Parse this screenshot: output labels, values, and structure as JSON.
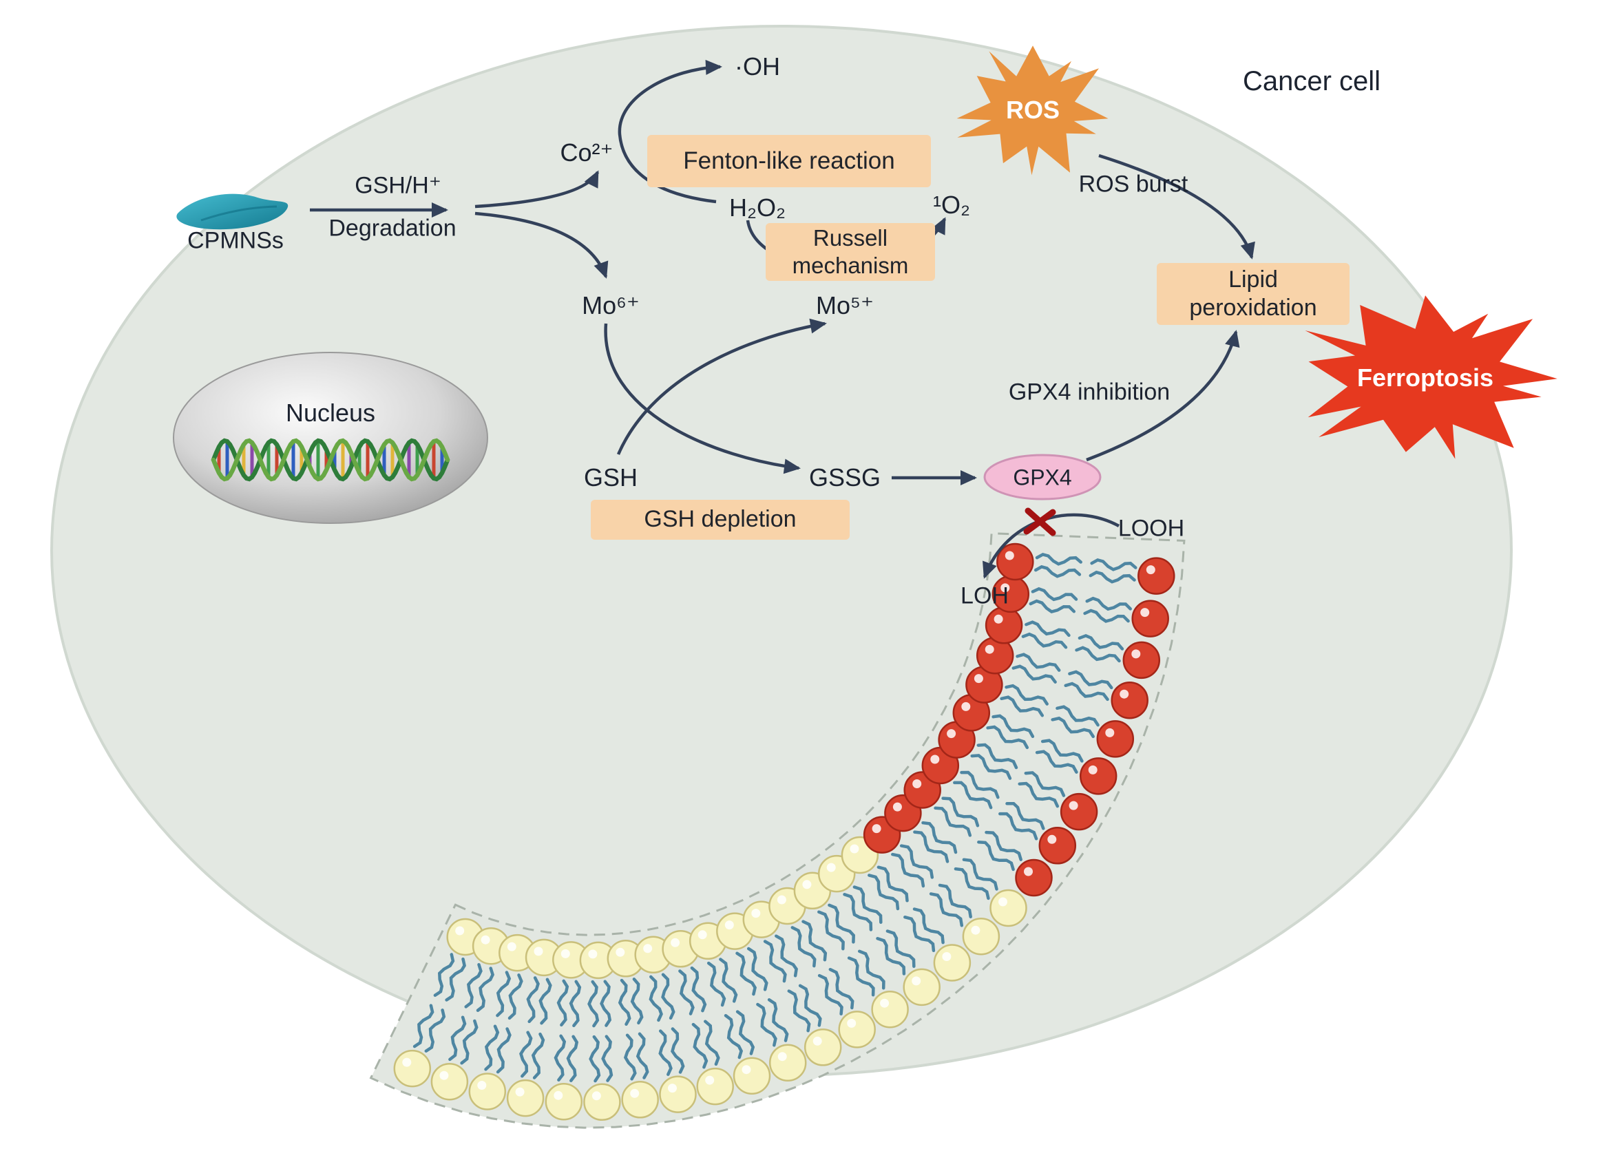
{
  "labels": {
    "cancer_cell": "Cancer cell",
    "cpmnss": "CPMNSs",
    "gsh_h": "GSH/H⁺",
    "degradation": "Degradation",
    "co_ion": "Co²⁺",
    "hydroxyl_radical": "·OH",
    "h2o2": "H₂O₂",
    "singlet_oxygen": "¹O₂",
    "fenton": "Fenton-like reaction",
    "russell_1": "Russell",
    "russell_2": "mechanism",
    "ros": "ROS",
    "ros_burst": "ROS burst",
    "lipid_1": "Lipid",
    "lipid_2": "peroxidation",
    "ferroptosis": "Ferroptosis",
    "mo6": "Mo⁶⁺",
    "mo5": "Mo⁵⁺",
    "gsh": "GSH",
    "gssg": "GSSG",
    "gsh_depletion": "GSH depletion",
    "gpx4": "GPX4",
    "gpx4_inhibition": "GPX4 inhibition",
    "looh": "LOOH",
    "loh": "LOH",
    "nucleus": "Nucleus"
  },
  "palette": {
    "cell_fill": "#e3e8e2",
    "cell_stroke": "#d0d8d0",
    "arrow_color": "#33415a",
    "box_fill": "#f8d3a9",
    "ros_star": "#e8923f",
    "ferroptosis_star": "#e6391f",
    "gpx4_fill": "#f4bcd6",
    "gpx4_stroke": "#cf93b5",
    "blocked_x": "#a31212",
    "nanosheet_teal": "#2aa9bd",
    "text_color": "#1c2330"
  },
  "membrane": {
    "columns": 27,
    "head_color": "#f7f3c2",
    "head_stroke": "#c9bf7a",
    "oxidized_head_color": "#d8412d",
    "oxidized_head_stroke": "#a32618",
    "tail_color": "#4e86a2",
    "band_fill": "#e2e7e1",
    "band_border": "#a9b3a9",
    "red_from_upper": 0.6,
    "red_from_lower": 0.68
  },
  "dna": {
    "strand_colors": [
      "#2e7d3a",
      "#68a844"
    ],
    "rung_colors": [
      "#c8452f",
      "#2f5fbf",
      "#e0b53a",
      "#8a49a8",
      "#3f9e4d"
    ]
  }
}
